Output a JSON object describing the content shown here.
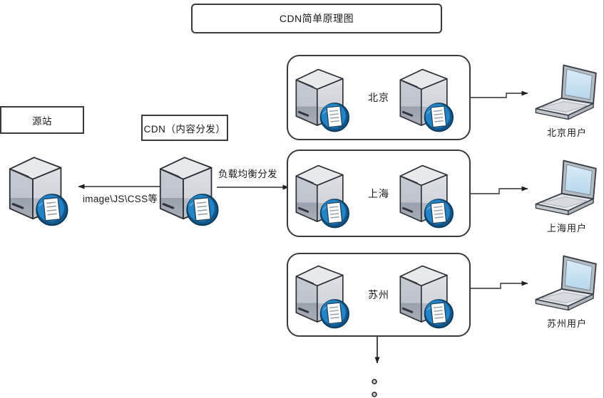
{
  "title": "CDN简单原理图",
  "origin": {
    "label": "源站"
  },
  "cdn": {
    "label": "CDN（内容分发）"
  },
  "edges": {
    "cdn_to_origin_label": "image\\JS\\CSS等",
    "cdn_to_regions_label": "负载均衡分发"
  },
  "groups": [
    {
      "label": "北京",
      "user_label": "北京用户"
    },
    {
      "label": "上海",
      "user_label": "上海用户"
    },
    {
      "label": "苏州",
      "user_label": "苏州用户"
    }
  ],
  "icons": {
    "server": "server-icon",
    "badge": "globe-document-icon",
    "laptop": "laptop-icon"
  },
  "colors": {
    "badge_blue": "#1a6aa5",
    "screen_blue": "#cfe4f3",
    "line": "#2f2f2f",
    "border": "#3a3a3a",
    "background": "#ffffff"
  }
}
